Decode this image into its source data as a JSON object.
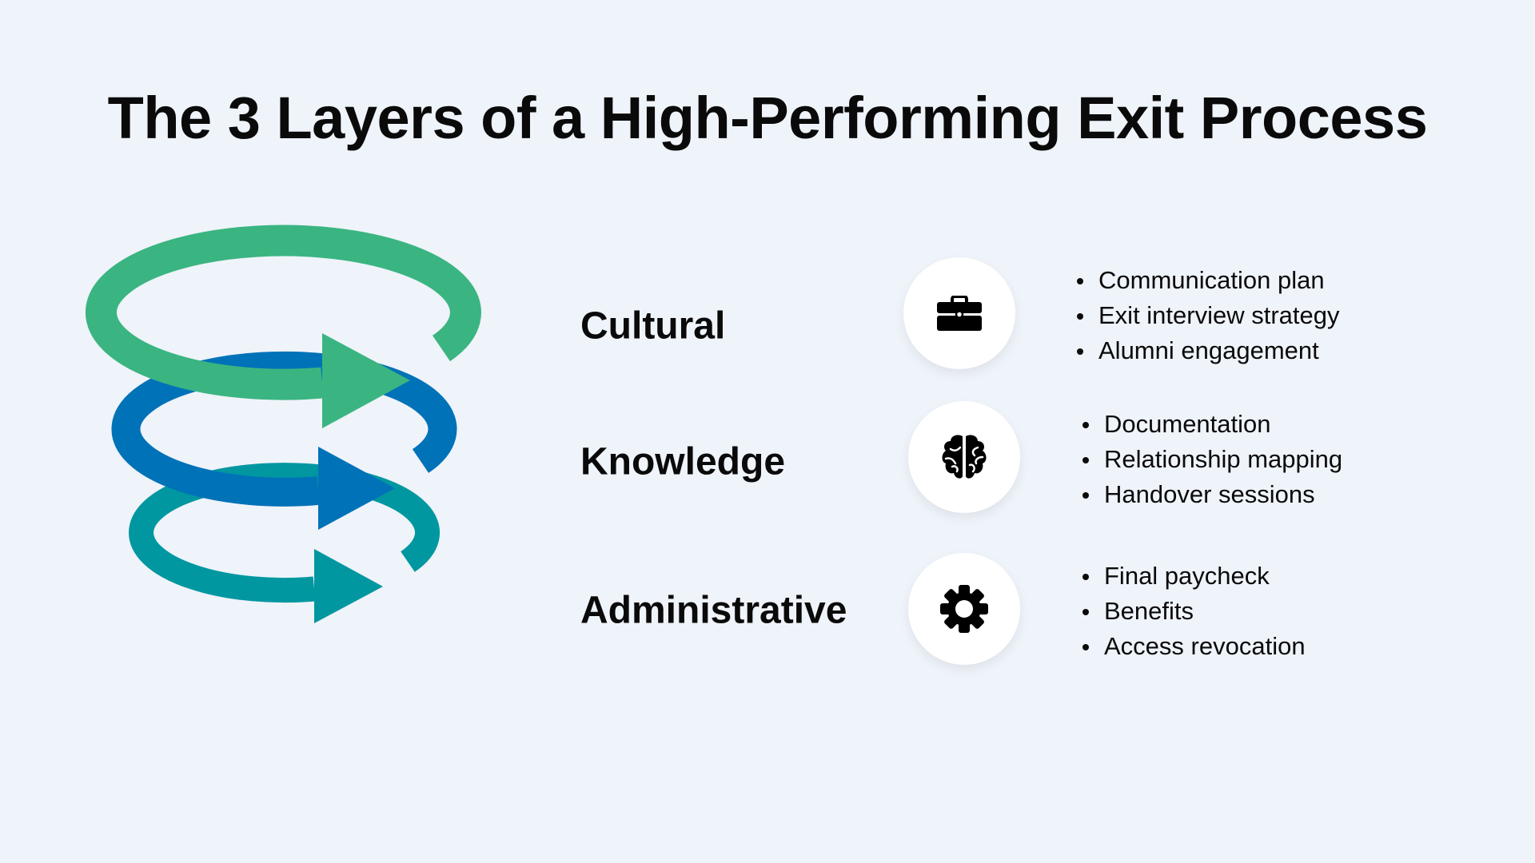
{
  "title": "The 3 Layers of a High-Performing Exit Process",
  "colors": {
    "background": "#eff3fa",
    "cultural": "#3ab581",
    "knowledge": "#0072b8",
    "administrative": "#0097a0"
  },
  "layers": [
    {
      "label": "Cultural",
      "icon": "briefcase-icon",
      "bullets": [
        "Communication plan",
        "Exit interview strategy",
        "Alumni engagement"
      ]
    },
    {
      "label": "Knowledge",
      "icon": "brain-icon",
      "bullets": [
        "Documentation",
        "Relationship mapping",
        "Handover sessions"
      ]
    },
    {
      "label": "Administrative",
      "icon": "gear-icon",
      "bullets": [
        "Final paycheck",
        "Benefits",
        "Access revocation"
      ]
    }
  ]
}
